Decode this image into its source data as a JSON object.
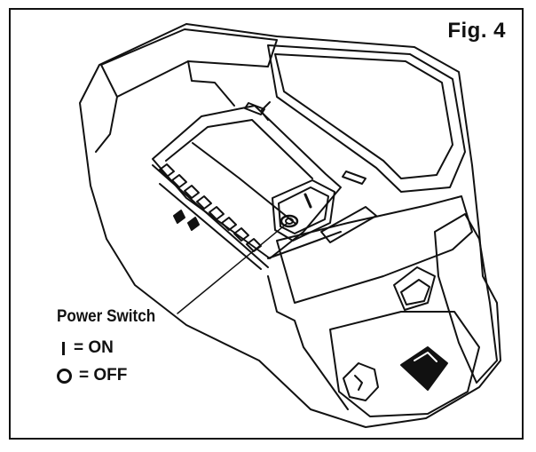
{
  "figure": {
    "label": "Fig. 4"
  },
  "callout": {
    "title": "Power Switch",
    "on_text": "= ON",
    "off_text": "= OFF",
    "on_symbol": "I",
    "off_symbol": "O"
  },
  "colors": {
    "line": "#111111",
    "background": "#ffffff"
  }
}
